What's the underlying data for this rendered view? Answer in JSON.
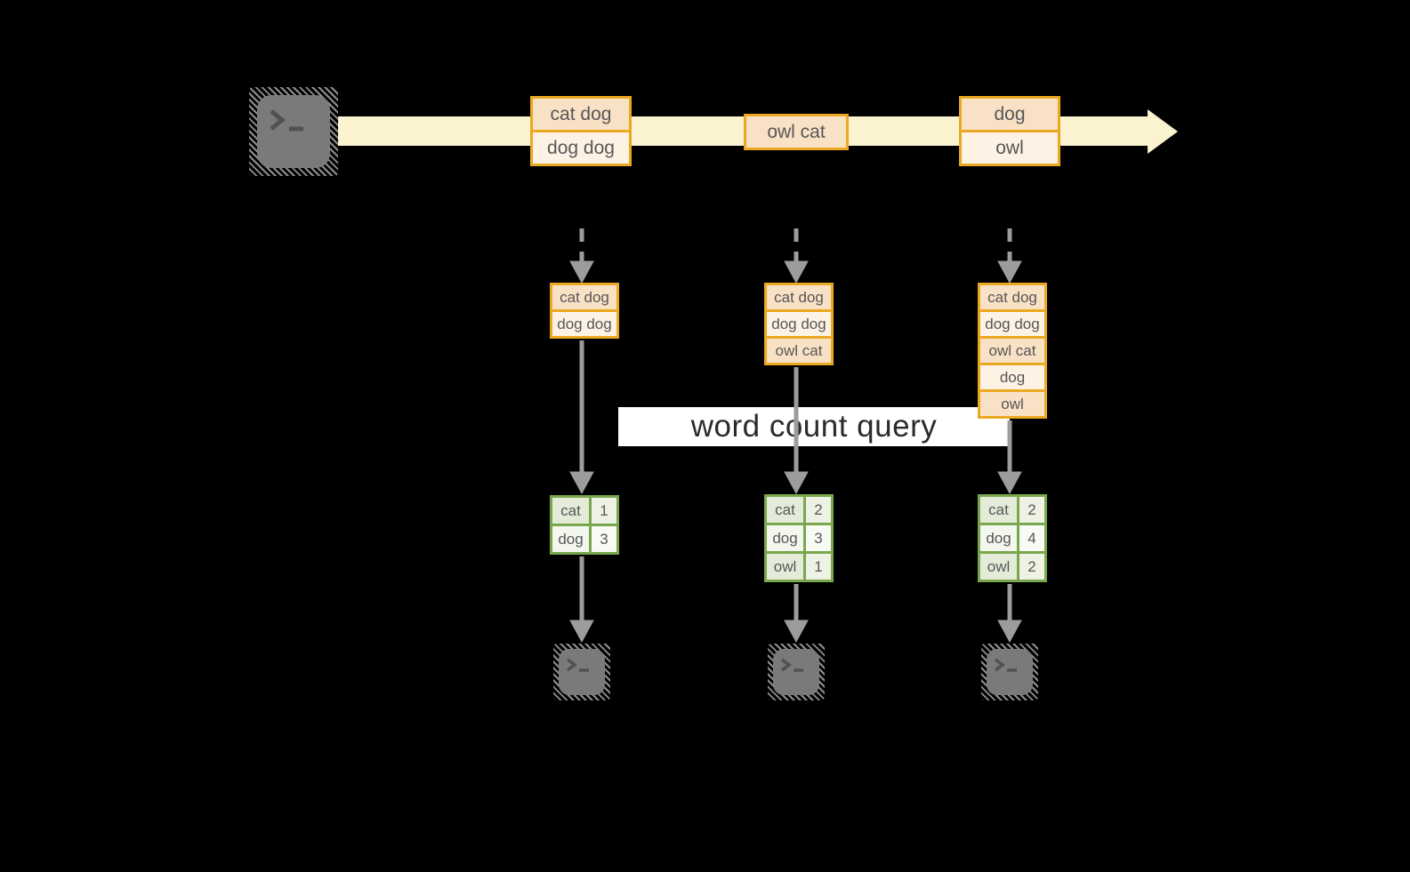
{
  "diagram": {
    "query_label": "word count query"
  },
  "colors": {
    "background": "#000000",
    "timeline_band": "#fbf2cf",
    "orange_border": "#eaa921",
    "peach_fill": "#f8e1c5",
    "cream_fill": "#fdf2e3",
    "green_border": "#7aa74e",
    "green_cell_dark": "#e4ebd8",
    "green_cell_light": "#f4f7ee",
    "arrow_gray": "#9c9c9c",
    "terminal_gray": "#7a7a7a"
  },
  "timeline": {
    "batches": [
      {
        "lines": [
          "cat dog",
          "dog dog"
        ]
      },
      {
        "lines": [
          "owl cat"
        ]
      },
      {
        "lines": [
          "dog",
          "owl"
        ]
      }
    ]
  },
  "columns": [
    {
      "stack": [
        "cat dog",
        "dog dog"
      ],
      "table": {
        "rows": [
          {
            "word": "cat",
            "count": "1"
          },
          {
            "word": "dog",
            "count": "3"
          }
        ]
      }
    },
    {
      "stack": [
        "cat dog",
        "dog dog",
        "owl cat"
      ],
      "table": {
        "rows": [
          {
            "word": "cat",
            "count": "2"
          },
          {
            "word": "dog",
            "count": "3"
          },
          {
            "word": "owl",
            "count": "1"
          }
        ]
      }
    },
    {
      "stack": [
        "cat dog",
        "dog dog",
        "owl cat",
        "dog",
        "owl"
      ],
      "table": {
        "rows": [
          {
            "word": "cat",
            "count": "2"
          },
          {
            "word": "dog",
            "count": "4"
          },
          {
            "word": "owl",
            "count": "2"
          }
        ]
      }
    }
  ],
  "icons": {
    "source": "terminal-icon",
    "sinks": [
      "terminal-icon",
      "terminal-icon",
      "terminal-icon"
    ]
  }
}
